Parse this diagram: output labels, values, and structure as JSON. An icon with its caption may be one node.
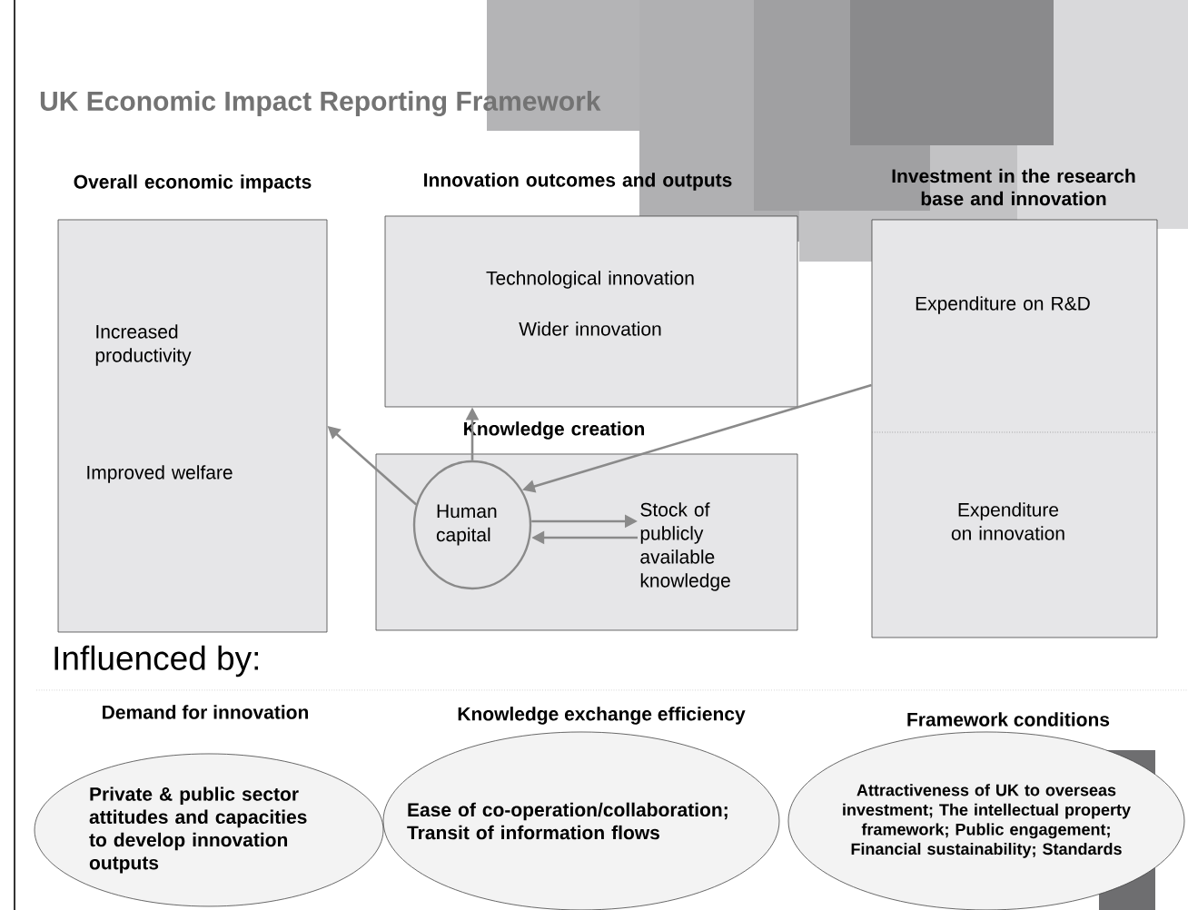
{
  "diagram": {
    "title": "UK Economic Impact Reporting Framework",
    "nodes": [
      {
        "text": [
          "Overall economic  impacts",
          "Increased productivity",
          "Improved welfare"
        ]
      },
      {
        "text": [
          "Innovation outcomes and outputs",
          "Technological innovation",
          "Wider innovation"
        ]
      },
      {
        "text": [
          "Knowledge creation"
        ]
      },
      {
        "text": [
          "Human capital"
        ],
        "in": 2
      },
      {
        "text": [
          "Stock of publicly available knowledge"
        ],
        "in": 2
      },
      {
        "text": [
          "Investment in the research base and innovation",
          "Expenditure on R&D",
          "Expenditure on innovation"
        ]
      },
      {
        "text": [
          "Demand for innovation",
          "Private & public sector attitudes and capacities to develop innovation outputs"
        ]
      },
      {
        "text": [
          "Knowledge exchange efficiency",
          "Ease of co-operation/collaboration; Transit of information flows"
        ]
      },
      {
        "text": [
          "Framework conditions",
          "Attractiveness of UK to overseas investment; The intellectual property framework; Public engagement; Financial sustainability; Standards"
        ]
      }
    ],
    "edges": [
      {
        "from": 5,
        "to": 3,
        "arrow": "to"
      },
      {
        "from": 3,
        "to": 0,
        "arrow": "to"
      },
      {
        "from": 3,
        "to": 1,
        "arrow": "to"
      },
      {
        "from": 3,
        "to": 4,
        "arrow": "to"
      },
      {
        "from": 4,
        "to": 3,
        "arrow": "to"
      }
    ],
    "labels": [
      "Influenced by:"
    ]
  }
}
